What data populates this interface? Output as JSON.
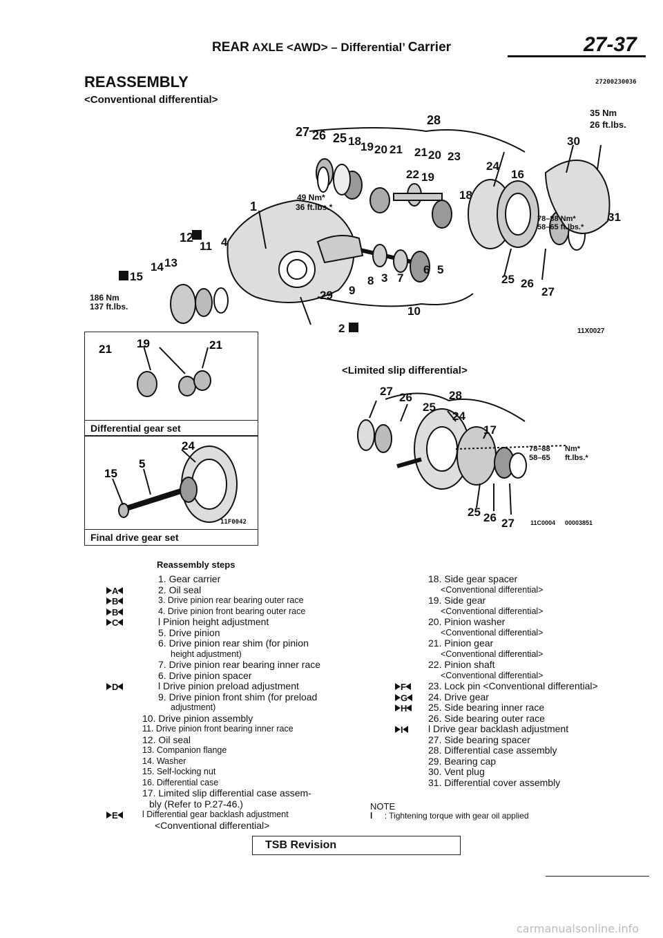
{
  "header": {
    "title_prefix": "REAR",
    "title_mid": "AXLE <AWD> –  Differential’",
    "title_suffix": "Carrier",
    "page": "27-37"
  },
  "section": {
    "title": "REASSEMBLY",
    "code": "27200230036",
    "subtitle": "<Conventional   differential>"
  },
  "diagram_main": {
    "image_id": "11X0027",
    "torques": [
      {
        "nm": "35 Nm",
        "ft": "26 ft.lbs."
      },
      {
        "nm": "49 Nm*",
        "ft": "36 ft.lbs.*"
      },
      {
        "nm": "186 Nm",
        "ft": "137 ft.lbs."
      },
      {
        "nm": "78–88 Nm*",
        "ft": "58–65 ft.lbs.*"
      }
    ],
    "callouts": [
      "28",
      "27",
      "26",
      "25",
      "18",
      "19",
      "20",
      "21",
      "21",
      "20",
      "23",
      "24",
      "16",
      "22",
      "19",
      "18",
      "30",
      "1",
      "31",
      "12",
      "11",
      "4",
      "13",
      "14",
      "15",
      "6",
      "5",
      "3",
      "7",
      "8",
      "9",
      "29",
      "10",
      "25",
      "26",
      "27",
      "2"
    ]
  },
  "inset_gear_set": {
    "label": "Differential  gear  set",
    "callouts": [
      "19",
      "21",
      "21"
    ]
  },
  "inset_final_drive": {
    "label": "Final drive gear set",
    "image_id": "11F0042",
    "callouts": [
      "24",
      "5",
      "15"
    ]
  },
  "diagram_lsd": {
    "subtitle": "<Limited slip differential>",
    "callouts": [
      "27",
      "26",
      "25",
      "28",
      "24",
      "17",
      "25",
      "26",
      "27"
    ],
    "torque": {
      "nm": "78–88  Nm*",
      "ft": "58–65  ft.lbs.*"
    },
    "image_id": "11C0004",
    "code": "00003851"
  },
  "steps_title": "Reassembly   steps",
  "left_steps": [
    {
      "ref": "",
      "text": "1. Gear carrier",
      "size": "n",
      "indent": true
    },
    {
      "ref": "A",
      "text": "2.  Oil  seal",
      "size": "n",
      "indent": true
    },
    {
      "ref": "B",
      "text": "3.  Drive  pinion  rear  bearing  outer  race",
      "size": "s",
      "indent": true
    },
    {
      "ref": "B",
      "text": "4.  Drive  pinion  front  bearing  outer  race",
      "size": "s",
      "indent": true
    },
    {
      "ref": "C",
      "text": "l  Pinion  height  adjustment",
      "size": "n",
      "indent": true
    },
    {
      "ref": "",
      "text": "5. Drive pinion",
      "size": "n",
      "indent": true
    },
    {
      "ref": "",
      "text": "6. Drive  pinion  rear  shim  (for pinion",
      "size": "n",
      "indent": true
    },
    {
      "ref": "",
      "text": "height  adjustment)",
      "size": "s",
      "indent": true,
      "extra": true
    },
    {
      "ref": "",
      "text": "7. Drive  pinion  rear  bearing  inner  race",
      "size": "n",
      "indent": true
    },
    {
      "ref": "",
      "text": "6. Drive  pinion  spacer",
      "size": "n",
      "indent": true
    },
    {
      "ref": "D",
      "text": "l  Drive  pinion  preload  adjustment",
      "size": "n",
      "indent": true
    },
    {
      "ref": "",
      "text": "9. Drive  pinion  front  shim  (for preload",
      "size": "n",
      "indent": true
    },
    {
      "ref": "",
      "text": "adjustment)",
      "size": "s",
      "indent": true,
      "extra": true
    },
    {
      "ref": "",
      "text": "10. Drive  pinion  assembly",
      "size": "n",
      "indent": false
    },
    {
      "ref": "",
      "text": "11.  Drive  pinion  front  bearing  inner  race",
      "size": "s",
      "indent": false
    },
    {
      "ref": "",
      "text": "12. Oil  seal",
      "size": "n",
      "indent": false
    },
    {
      "ref": "",
      "text": "13.  Companion  flange",
      "size": "s",
      "indent": false
    },
    {
      "ref": "",
      "text": "14.  Washer",
      "size": "s",
      "indent": false
    },
    {
      "ref": "",
      "text": "15.  Self-locking  nut",
      "size": "s",
      "indent": false
    },
    {
      "ref": "",
      "text": "16.  Differential  case",
      "size": "s",
      "indent": false
    },
    {
      "ref": "",
      "text": "17. Limited slip differential case assem-",
      "size": "n",
      "indent": false
    },
    {
      "ref": "",
      "text": "bly  (Refer to  P.27-46.)",
      "size": "n",
      "indent": false,
      "extra": true
    },
    {
      "ref": "E",
      "text": "l   Differential  gear  backlash  adjustment",
      "size": "s",
      "indent": false
    },
    {
      "ref": "",
      "text": "<Conventional  differential>",
      "size": "n",
      "indent": false,
      "extra": true
    }
  ],
  "right_steps": [
    {
      "ref": "",
      "text": "18. Side  gear  spacer",
      "extra": false
    },
    {
      "ref": "",
      "text": "<Conventional   differential>",
      "extra": true
    },
    {
      "ref": "",
      "text": "19. Side  gear",
      "extra": false
    },
    {
      "ref": "",
      "text": "<Conventional   differential>",
      "extra": true
    },
    {
      "ref": "",
      "text": "20. Pinion washer",
      "extra": false
    },
    {
      "ref": "",
      "text": "<Conventional   differential>",
      "extra": true
    },
    {
      "ref": "",
      "text": "21. Pinion gear",
      "extra": false
    },
    {
      "ref": "",
      "text": "<Conventional   differential>",
      "extra": true
    },
    {
      "ref": "",
      "text": "22. Pinion shaft",
      "extra": false
    },
    {
      "ref": "",
      "text": "<Conventional   differential>",
      "extra": true
    },
    {
      "ref": "F",
      "text": "23. Lock pin <Conventional differential>",
      "extra": false
    },
    {
      "ref": "G",
      "text": "24. Drive gear",
      "extra": false
    },
    {
      "ref": "H",
      "text": "25.  Side  bearing  inner  race",
      "extra": false
    },
    {
      "ref": "",
      "text": "26. Side bearing outer race",
      "extra": false
    },
    {
      "ref": "I",
      "text": "l  Drive  gear  backlash  adjustment",
      "extra": false
    },
    {
      "ref": "",
      "text": "27. Side bearing  spacer",
      "extra": false
    },
    {
      "ref": "",
      "text": "28.  Differential  case  assembly",
      "extra": false
    },
    {
      "ref": "",
      "text": "29. Bearing cap",
      "extra": false
    },
    {
      "ref": "",
      "text": "30. Vent plug",
      "extra": false
    },
    {
      "ref": "",
      "text": "31. Differential cover assembly",
      "extra": false
    }
  ],
  "note": {
    "title": "NOTE",
    "bullet": "l",
    "text": ": Tightening torque with gear oil applied"
  },
  "tsb": "TSB Revision",
  "footer": "carmanualsonline.info"
}
